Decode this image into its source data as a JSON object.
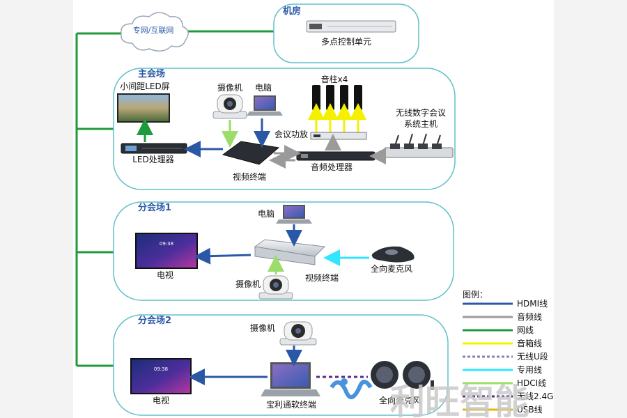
{
  "cloud": {
    "label": "专网/互联网"
  },
  "server_room": {
    "title": "机房",
    "device": "多点控制单元"
  },
  "main_venue": {
    "title": "主会场",
    "led_screen": "小间距LED屏",
    "camera": "摄像机",
    "computer": "电脑",
    "speakers": "音柱x4",
    "amplifier": "会议功放",
    "wireless_host_line1": "无线数字会议",
    "wireless_host_line2": "系统主机",
    "led_processor": "LED处理器",
    "video_terminal": "视频终端",
    "audio_processor": "音频处理器"
  },
  "branch1": {
    "title": "分会场1",
    "computer": "电脑",
    "tv": "电视",
    "camera": "摄像机",
    "video_terminal": "视频终端",
    "mic": "全向麦克风",
    "tv_time": "09:38"
  },
  "branch2": {
    "title": "分会场2",
    "camera": "摄像机",
    "tv": "电视",
    "terminal": "宝利通软终端",
    "mic": "全向麦克风",
    "tv_time": "09:38"
  },
  "legend": {
    "title": "图例：",
    "items": [
      {
        "label": "HDMI线",
        "color": "#2b58a6",
        "style": "solid"
      },
      {
        "label": "音频线",
        "color": "#9a9a9a",
        "style": "solid"
      },
      {
        "label": "网线",
        "color": "#1f9a3a",
        "style": "solid"
      },
      {
        "label": "音箱线",
        "color": "#f5f000",
        "style": "solid"
      },
      {
        "label": "无线U段",
        "color": "#8a7fb5",
        "style": "dashed"
      },
      {
        "label": "专用线",
        "color": "#33e6ff",
        "style": "solid"
      },
      {
        "label": "HDCI线",
        "color": "#9bdc6a",
        "style": "solid"
      },
      {
        "label": "无线2.4G",
        "color": "#5b2a8a",
        "style": "dashed"
      },
      {
        "label": "USB线",
        "color": "#f0b400",
        "style": "solid"
      }
    ]
  },
  "watermark": {
    "text": "利旺智能"
  },
  "colors": {
    "hdmi": "#2b58a6",
    "audio": "#9a9a9a",
    "net": "#1f9a3a",
    "speaker": "#f5f000",
    "special": "#33e6ff",
    "hdci": "#9bdc6a",
    "wireless24": "#5b2a8a",
    "title": "#2a57a8"
  }
}
